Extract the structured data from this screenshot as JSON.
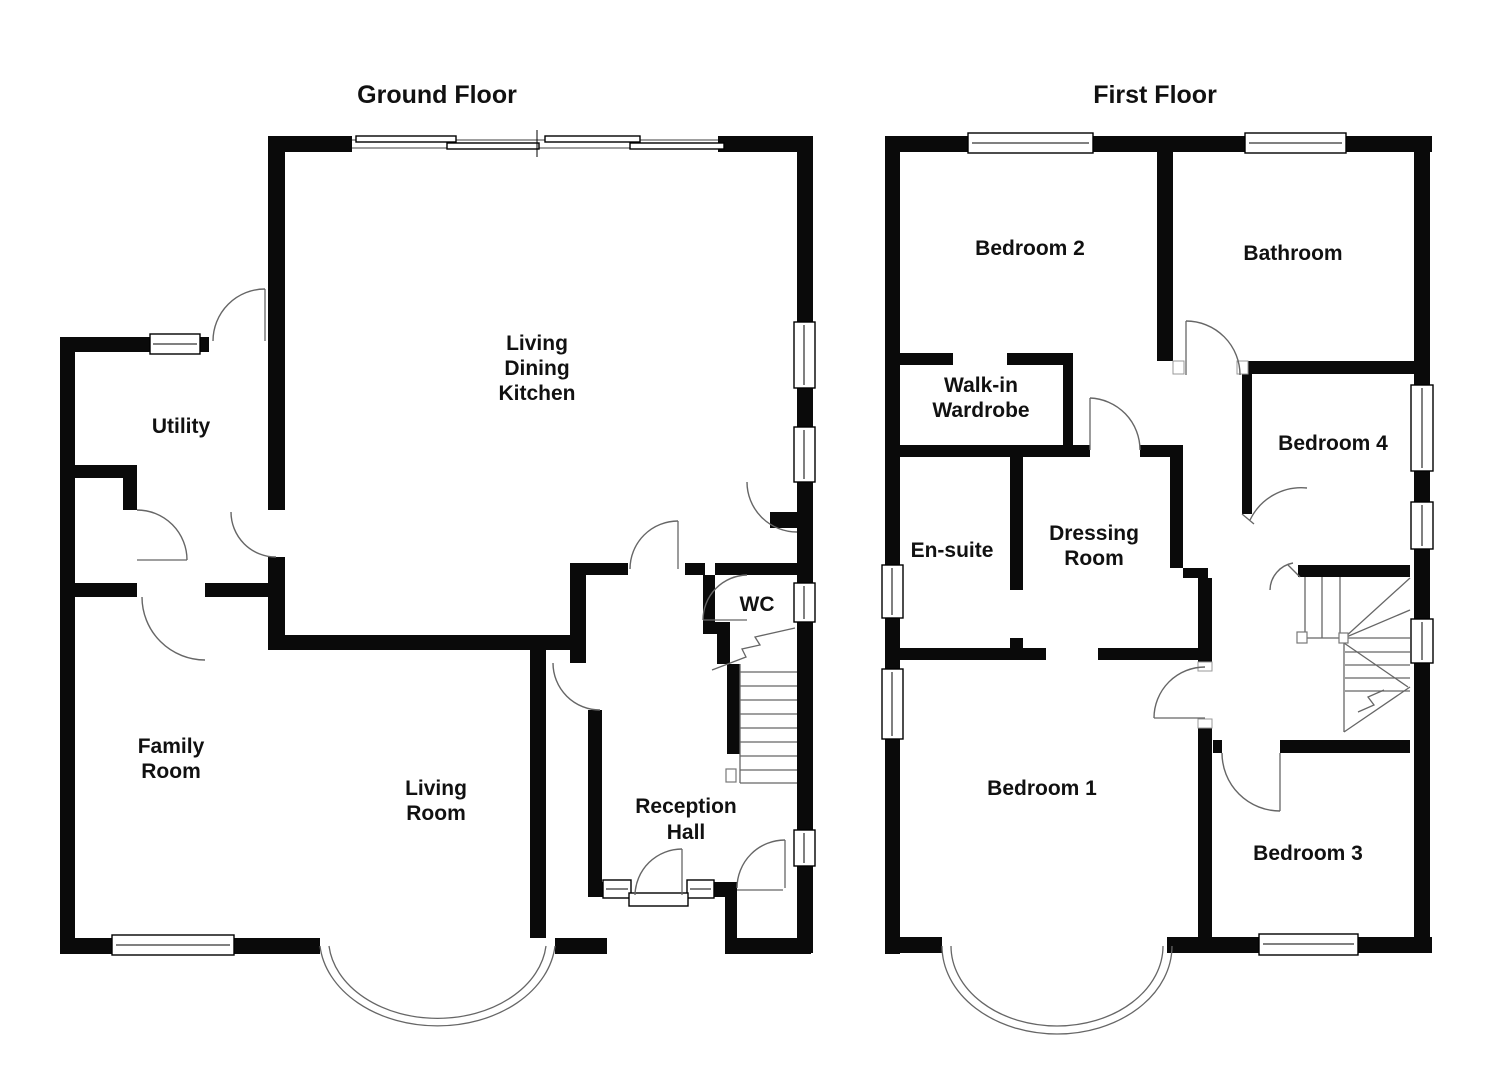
{
  "colors": {
    "wall": "#0a0a0a",
    "line": "#666666",
    "background": "#ffffff",
    "text": "#111111"
  },
  "ground_floor": {
    "title": "Ground Floor",
    "rooms": {
      "kitchen": {
        "lines": [
          "Living",
          "Dining",
          "Kitchen"
        ]
      },
      "utility": {
        "label": "Utility"
      },
      "family": {
        "lines": [
          "Family",
          "Room"
        ]
      },
      "living": {
        "lines": [
          "Living",
          "Room"
        ]
      },
      "wc": {
        "label": "WC"
      },
      "reception": {
        "lines": [
          "Reception",
          "Hall"
        ]
      }
    }
  },
  "first_floor": {
    "title": "First Floor",
    "rooms": {
      "bedroom2": {
        "label": "Bedroom 2"
      },
      "bathroom": {
        "label": "Bathroom"
      },
      "wardrobe": {
        "lines": [
          "Walk-in",
          "Wardrobe"
        ]
      },
      "bedroom4": {
        "label": "Bedroom 4"
      },
      "ensuite": {
        "label": "En-suite"
      },
      "dressing": {
        "lines": [
          "Dressing",
          "Room"
        ]
      },
      "bedroom1": {
        "label": "Bedroom 1"
      },
      "bedroom3": {
        "label": "Bedroom 3"
      }
    }
  }
}
